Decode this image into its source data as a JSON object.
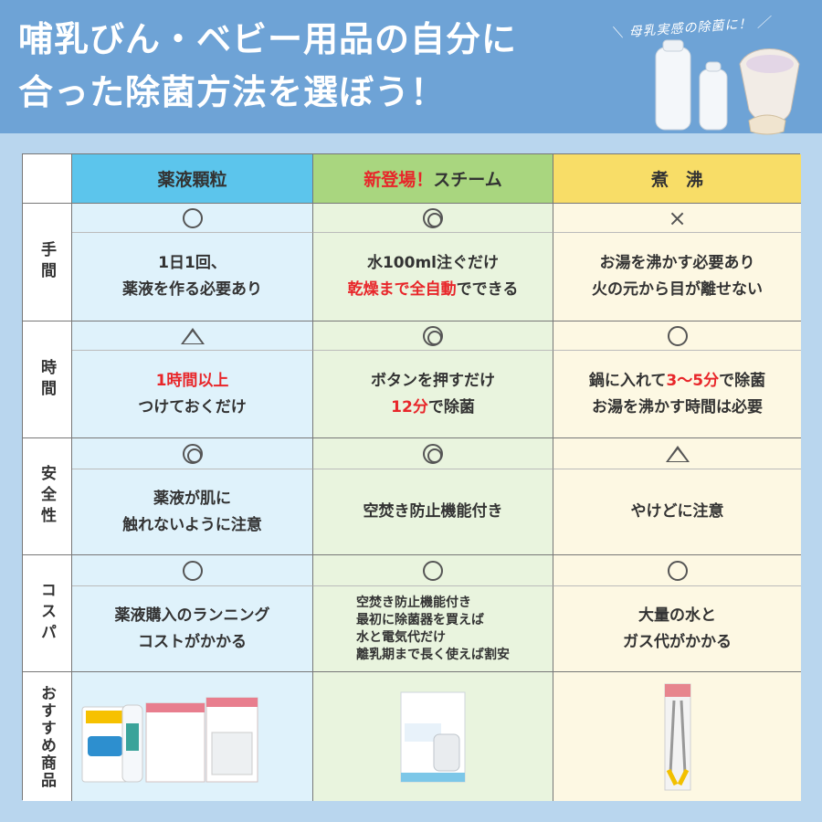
{
  "title": {
    "line1": "哺乳びん・ベビー用品の自分に",
    "line2": "合った除菌方法を選ぼう！"
  },
  "tagline": "＼ 母乳実感の除菌に！ ／",
  "columns": {
    "c1": "薬液顆粒",
    "c2_red": "新登場！",
    "c2": "スチーム",
    "c3": "煮　沸"
  },
  "rows": {
    "effort": {
      "label": "手間",
      "c1_mark": "circle",
      "c2_mark": "double",
      "c3_mark": "cross",
      "c1_l1": "1日1回、",
      "c1_l2": "薬液を作る必要あり",
      "c2_l1": "水100ml注ぐだけ",
      "c2_l2_red": "乾燥まで全自動",
      "c2_l2": "でできる",
      "c3_l1": "お湯を沸かす必要あり",
      "c3_l2": "火の元から目が離せない",
      "cross_text": "×"
    },
    "time": {
      "label": "時間",
      "c1_mark": "triangle",
      "c2_mark": "double",
      "c3_mark": "circle",
      "c1_l1_red": "1時間以上",
      "c1_l2": "つけておくだけ",
      "c2_l1": "ボタンを押すだけ",
      "c2_l2_red": "12分",
      "c2_l2": "で除菌",
      "c3_l1_a": "鍋に入れて",
      "c3_l1_red": "3〜5分",
      "c3_l1_b": "で除菌",
      "c3_l2": "お湯を沸かす時間は必要"
    },
    "safety": {
      "label": "安全性",
      "c1_mark": "double",
      "c2_mark": "double",
      "c3_mark": "triangle",
      "c1_l1": "薬液が肌に",
      "c1_l2": "触れないように注意",
      "c2_l1": "空焚き防止機能付き",
      "c3_l1": "やけどに注意"
    },
    "cost": {
      "label": "コスパ",
      "c1_mark": "circle",
      "c2_mark": "circle",
      "c3_mark": "circle",
      "c1_l1": "薬液購入のランニング",
      "c1_l2": "コストがかかる",
      "c2_l1": "空焚き防止機能付き",
      "c2_l2": "最初に除菌器を買えば",
      "c2_l3": "水と電気代だけ",
      "c2_l4": "離乳期まで長く使えば割安",
      "c3_l1": "大量の水と",
      "c3_l2": "ガス代がかかる"
    },
    "products": {
      "label": "おすすめ商品"
    }
  },
  "colors": {
    "header": "#6ea3d6",
    "col1": "#5cc5ec",
    "col2": "#a9d67f",
    "col3": "#f8dd67",
    "accent_red": "#e8262a"
  }
}
